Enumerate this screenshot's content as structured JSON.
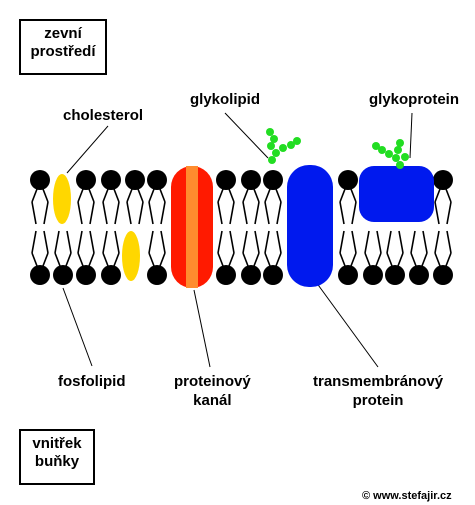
{
  "regions": {
    "outside": [
      "zevní",
      "prostředí"
    ],
    "inside": [
      "vnitřek",
      "buňky"
    ]
  },
  "labels": {
    "cholesterol": "cholesterol",
    "glycolipid": "glykolipid",
    "glycoprotein": "glykoprotein",
    "phospholipid": "fosfolipid",
    "channel_protein": [
      "proteinový",
      "kanál"
    ],
    "transmembrane_protein": [
      "transmembránový",
      "protein"
    ]
  },
  "copyright": "© www.stefajir.cz",
  "colors": {
    "lipid_head": "#000000",
    "cholesterol": "#ffd700",
    "channel_outer": "#ff1a00",
    "channel_core": "#ff8c2e",
    "transmembrane_protein": "#0019ee",
    "glyco_chain": "#22dd22"
  }
}
